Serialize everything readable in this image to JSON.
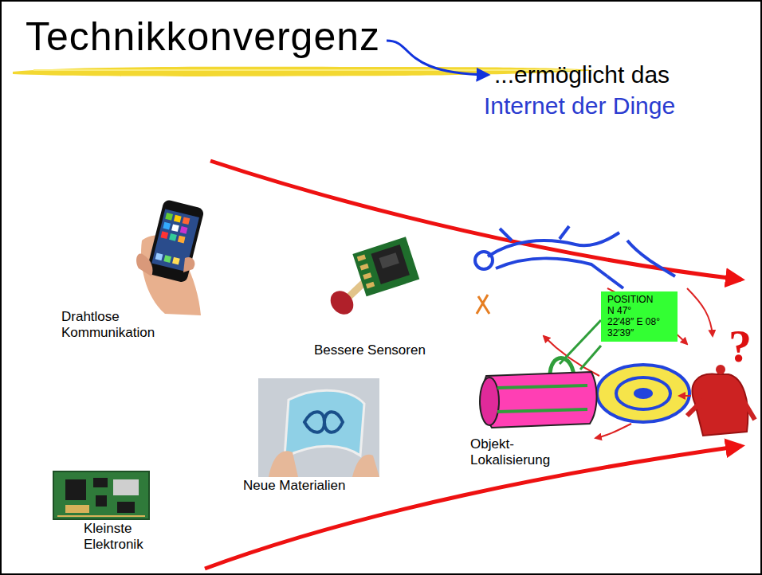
{
  "diagram": {
    "title": "Technikkonvergenz",
    "nodes": [
      {
        "text": [
          "POSITION N 47° 22′48″ E 08° 32′39″"
        ]
      }
    ],
    "labels": [
      "...ermöglicht das",
      "Internet der Dinge",
      "Drahtlose Kommunikation",
      "Bessere Sensoren",
      "Objekt- Lokalisierung",
      "Neue Materialien",
      "Kleinste Elektronik",
      "?"
    ]
  }
}
